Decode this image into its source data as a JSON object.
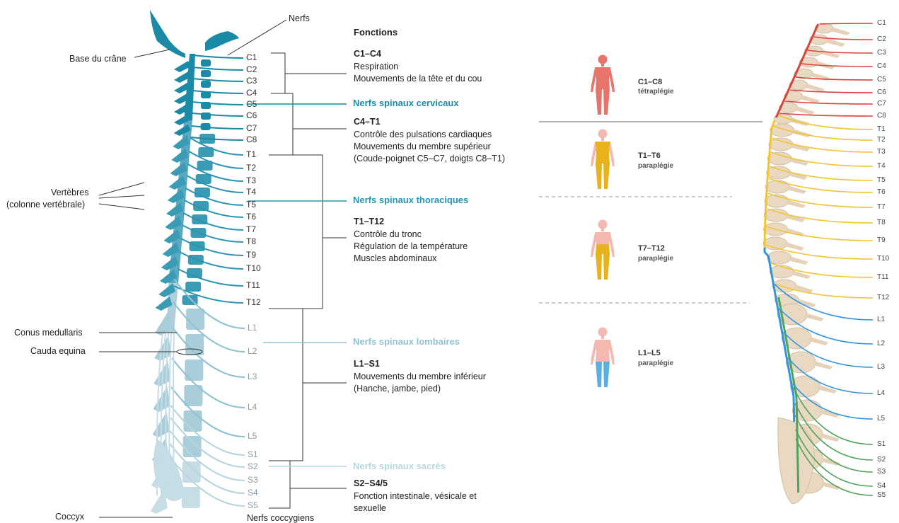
{
  "labels": {
    "base_crane": "Base du crâne",
    "nerfs": "Nerfs",
    "vertebres_1": "Vertèbres",
    "vertebres_2": "(colonne vertébrale)",
    "conus": "Conus medullaris",
    "cauda": "Cauda equina",
    "coccyx": "Coccyx",
    "nerfs_coccygiens": "Nerfs coccygiens"
  },
  "segments": [
    "C1",
    "C2",
    "C3",
    "C4",
    "C5",
    "C6",
    "C7",
    "C8",
    "T1",
    "T2",
    "T3",
    "T4",
    "T5",
    "T6",
    "T7",
    "T8",
    "T9",
    "T10",
    "T11",
    "T12",
    "L1",
    "L2",
    "L3",
    "L4",
    "L5",
    "S1",
    "S2",
    "S3",
    "S4",
    "S5"
  ],
  "functions": {
    "header": "Fonctions",
    "c1c4": {
      "code": "C1–C4",
      "lines": [
        "Respiration",
        "Mouvements de la tête et du cou"
      ]
    },
    "cervical": "Nerfs spinaux cervicaux",
    "c4t1": {
      "code": "C4–T1",
      "lines": [
        "Contrôle des pulsations cardiaques",
        "Mouvements du membre supérieur",
        "(Coude-poignet C5–C7, doigts C8–T1)"
      ]
    },
    "thoracic": "Nerfs spinaux thoraciques",
    "t1t12": {
      "code": "T1–T12",
      "lines": [
        "Contrôle du tronc",
        "Régulation de la température",
        "Muscles abdominaux"
      ]
    },
    "lumbar": "Nerfs spinaux lombaires",
    "l1s1": {
      "code": "L1–S1",
      "lines": [
        "Mouvements du membre inférieur",
        "(Hanche, jambe, pied)"
      ]
    },
    "sacral": "Nerfs spinaux sacrés",
    "s2s45": {
      "code": "S2–S4/5",
      "lines": [
        "Fonction intestinale, vésicale et",
        "sexuelle"
      ]
    }
  },
  "injuries": [
    {
      "code": "C1–C8",
      "type": "tétraplégie",
      "color": "#e8736b"
    },
    {
      "code": "T1–T6",
      "type": "paraplégie",
      "color": "#e8b21a"
    },
    {
      "code": "T7–T12",
      "type": "paraplégie",
      "color": "#e8b21a"
    },
    {
      "code": "L1–L5",
      "type": "paraplégie",
      "color": "#5aaee0"
    }
  ],
  "right_labels": [
    "C1",
    "C2",
    "C3",
    "C4",
    "C5",
    "C6",
    "C7",
    "C8",
    "T1",
    "T2",
    "T3",
    "T4",
    "T5",
    "T6",
    "T7",
    "T8",
    "T9",
    "T10",
    "T11",
    "T12",
    "L1",
    "L2",
    "L3",
    "L4",
    "L5",
    "S1",
    "S2",
    "S3",
    "S4",
    "S5"
  ],
  "colors": {
    "cervical": "#1a8aa6",
    "thoracic": "#2a95b0",
    "lumbar": "#8fc3d3",
    "sacral": "#b9d6e0",
    "nerve_red": "#d9443a",
    "nerve_yellow": "#f0c434",
    "nerve_blue": "#2f95e0",
    "nerve_green": "#4fa35a"
  }
}
